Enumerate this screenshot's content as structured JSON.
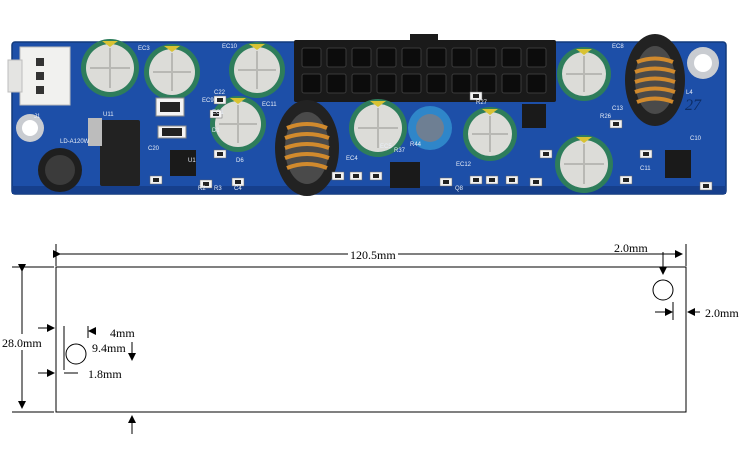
{
  "board": {
    "model_label": "LD-A120W",
    "corner_mark": "27",
    "silkscreen": [
      "EC3",
      "EC10",
      "EC9",
      "EC8",
      "EC11",
      "EC4",
      "EC12",
      "EC5",
      "EC1",
      "J1",
      "U11",
      "U1",
      "C20",
      "C22",
      "D6",
      "C4",
      "L4",
      "C10",
      "C11",
      "Q8",
      "D1",
      "R2",
      "R3",
      "R26",
      "C13",
      "R44",
      "R37",
      "R27"
    ],
    "colors": {
      "pcb": "#1d4fa8",
      "pcb_dark": "#163f8c",
      "cap_teal": "#2e7d5b",
      "cap_top": "#d9d9d6",
      "copper": "#c8862a",
      "connector": "#1a1a1a"
    }
  },
  "drawing": {
    "length_label": "120.5mm",
    "height_label": "28.0mm",
    "hole_offset_top_label": "2.0mm",
    "hole_offset_right_label": "2.0mm",
    "hole_dia_label": "4mm",
    "hole_y_label": "9.4mm",
    "hole_x_label": "1.8mm"
  }
}
